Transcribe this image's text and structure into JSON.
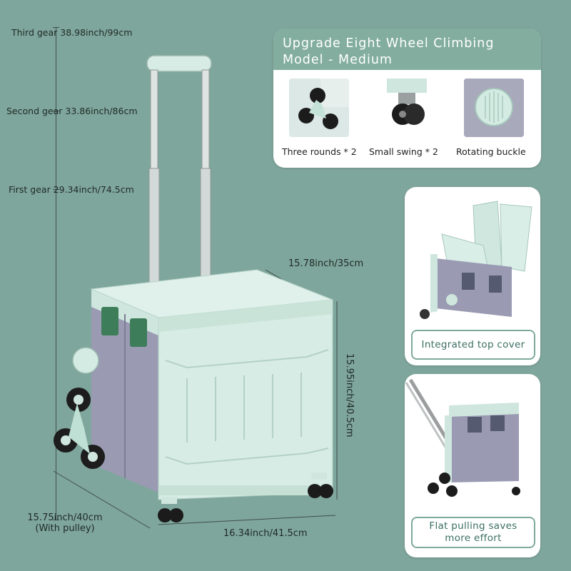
{
  "measurements": {
    "third_gear": "Third gear  38.98inch/99cm",
    "second_gear": "Second gear  33.86inch/86cm",
    "first_gear": "First gear  29.34inch/74.5cm",
    "top_width": "15.78inch/35cm",
    "height": "15.95inch/40.5cm",
    "depth": "15.75inch/40cm",
    "depth_note": "(With pulley)",
    "front_width": "16.34inch/41.5cm"
  },
  "feature_card": {
    "title_line1": "Upgrade Eight Wheel Climbing",
    "title_line2": "Model - Medium",
    "features": [
      {
        "label": "Three rounds * 2",
        "icon": "tri-wheel-icon"
      },
      {
        "label": "Small swing * 2",
        "icon": "swivel-caster-icon"
      },
      {
        "label": "Rotating buckle",
        "icon": "rotating-buckle-icon"
      }
    ]
  },
  "photo_cards": [
    {
      "label": "Integrated top cover"
    },
    {
      "label_line1": "Flat pulling saves",
      "label_line2": "more effort"
    }
  ],
  "colors": {
    "background": "#7fa69c",
    "mint": "#d7ece5",
    "lavender": "#9a9bb3",
    "accent": "#82ad9f"
  }
}
